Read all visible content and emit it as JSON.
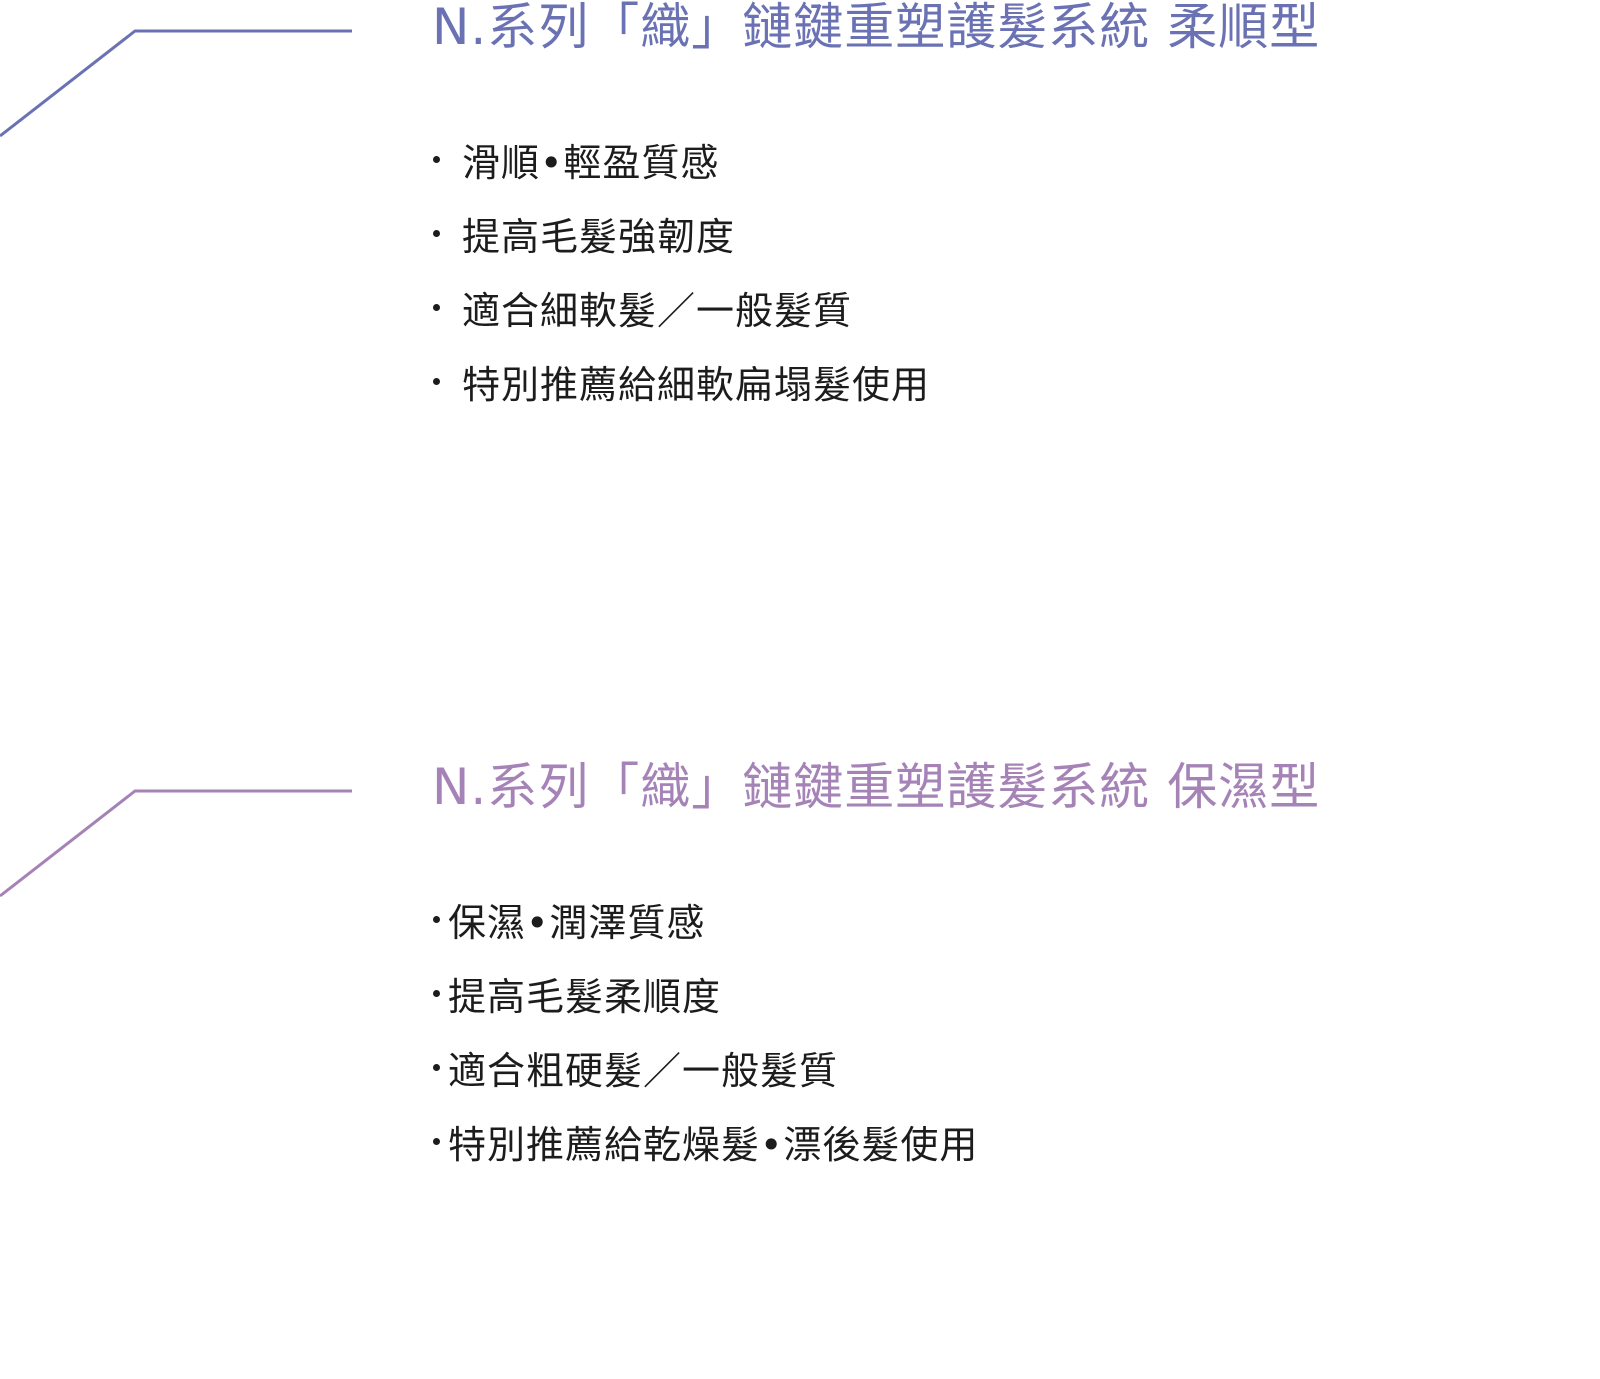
{
  "accent_colors": {
    "smooth": "#6a72b4",
    "moisture": "#a583b7"
  },
  "products": [
    {
      "title": "N.系列「織」鏈鍵重塑護髮系統 柔順型",
      "features": [
        "滑順•輕盈質感",
        "提高毛髮強韌度",
        "適合細軟髮／一般髮質",
        "特別推薦給細軟扁塌髮使用"
      ]
    },
    {
      "title": "N.系列「織」鏈鍵重塑護髮系統 保濕型",
      "features": [
        "保濕•潤澤質感",
        "提高毛髮柔順度",
        "適合粗硬髮／一般髮質",
        "特別推薦給乾燥髮•漂後髮使用"
      ]
    }
  ]
}
